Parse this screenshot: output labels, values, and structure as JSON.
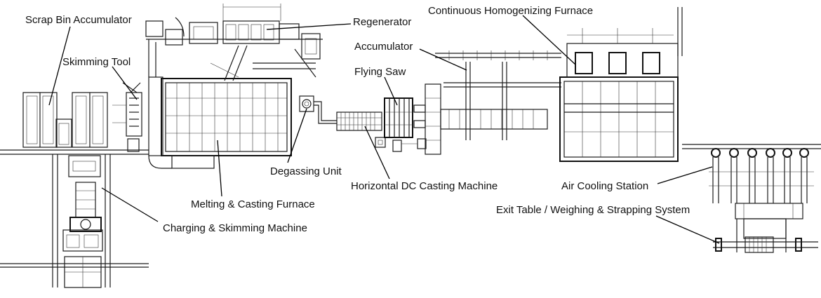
{
  "labels": {
    "scrap_bin_accumulator": "Scrap Bin Accumulator",
    "skimming_tool": "Skimming Tool",
    "regenerator": "Regenerator",
    "accumulator": "Accumulator",
    "flying_saw": "Flying Saw",
    "continuous_homogenizing_furnace": "Continuous Homogenizing Furnace",
    "degassing_unit": "Degassing Unit",
    "horizontal_dc_casting_machine": "Horizontal DC Casting Machine",
    "air_cooling_station": "Air Cooling Station",
    "melting_casting_furnace": "Melting & Casting Furnace",
    "exit_table": "Exit Table / Weighing & Strapping System",
    "charging_skimming_machine": "Charging & Skimming Machine"
  }
}
